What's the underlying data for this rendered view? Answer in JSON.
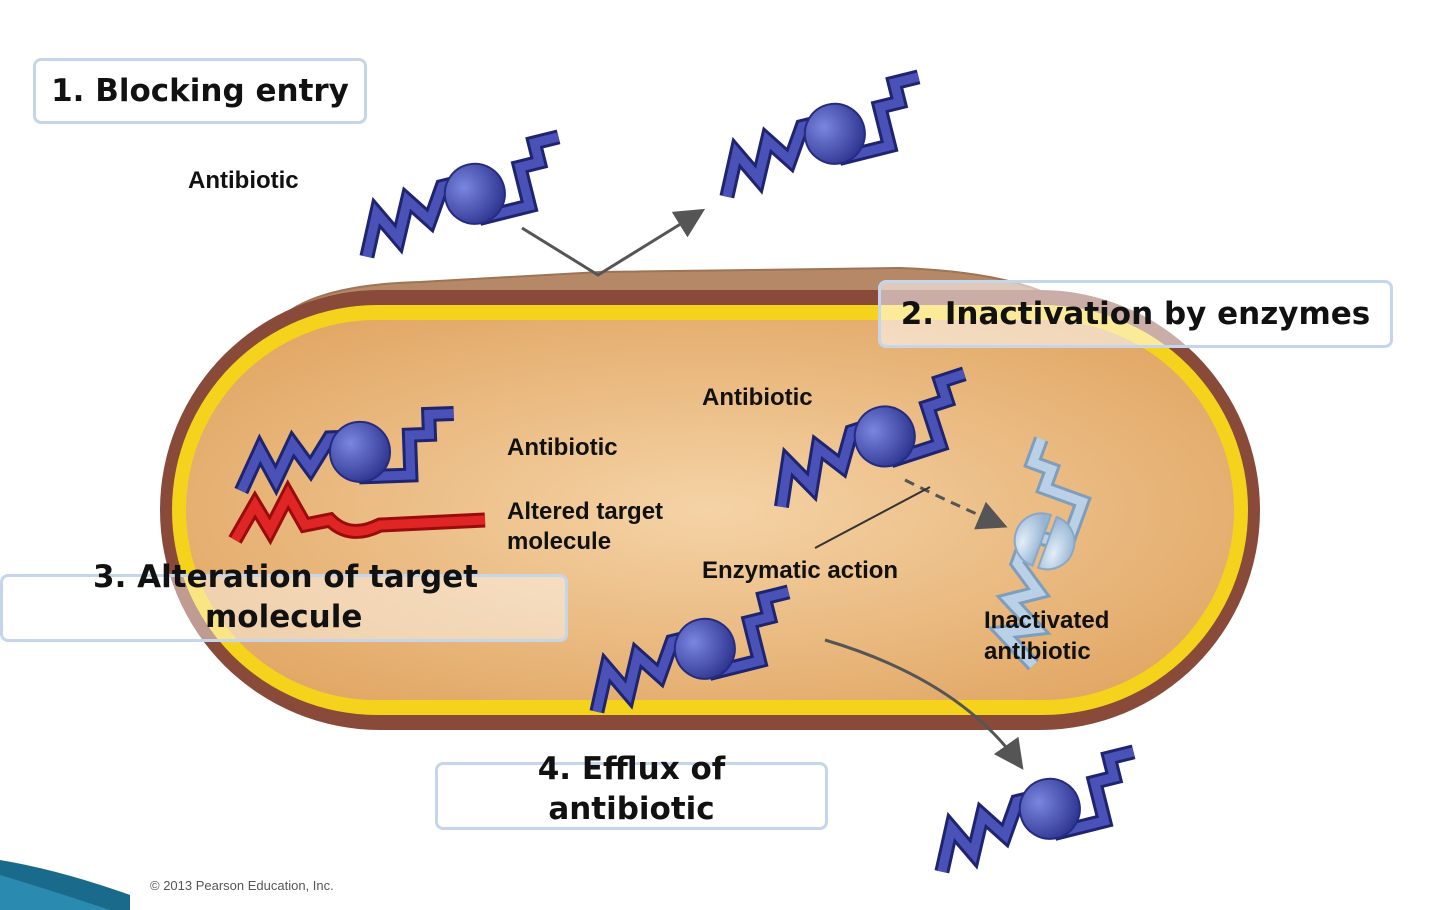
{
  "boxes": {
    "blocking_entry": "1. Blocking entry",
    "inactivation": "2. Inactivation by enzymes",
    "alteration_line1": "3. Alteration of target",
    "alteration_line2": "molecule",
    "efflux_line1": "4. Efflux of",
    "efflux_line2": "antibiotic"
  },
  "labels": {
    "antibiotic_outside": "Antibiotic",
    "antibiotic_inside_right": "Antibiotic",
    "antibiotic_inside_left": "Antibiotic",
    "altered_target_line1": "Altered target",
    "altered_target_line2": "molecule",
    "enzymatic_action": "Enzymatic action",
    "inactivated_line1": "Inactivated",
    "inactivated_line2": "antibiotic"
  },
  "copyright": "© 2013 Pearson Education, Inc.",
  "colors": {
    "cell_wall": "#8a4a3a",
    "membrane": "#f5d21c",
    "cytoplasm": "#eab77c",
    "antibiotic": "#3f46a8",
    "altered_target": "#d82020",
    "inactivated": "#a9c3dd"
  }
}
